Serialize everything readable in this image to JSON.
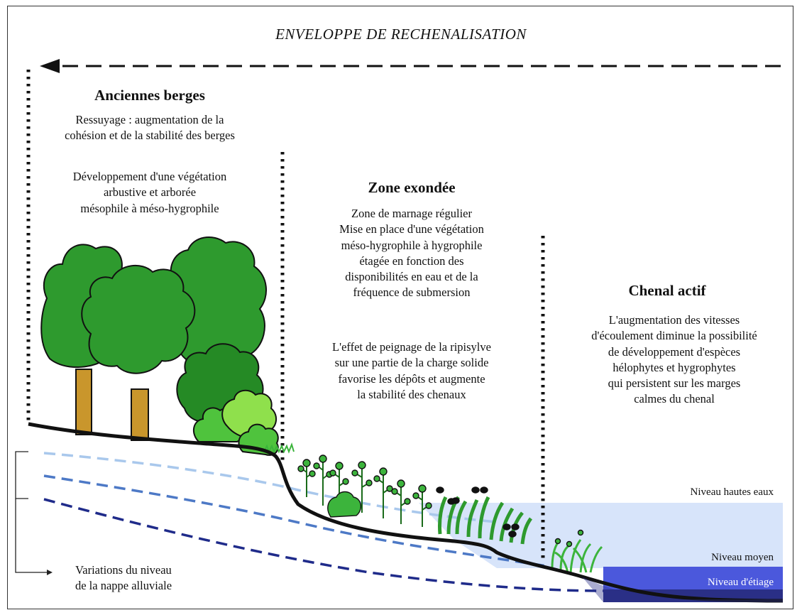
{
  "title": "ENVELOPPE DE RECHENALISATION",
  "zones": {
    "anciennes_berges": {
      "heading": "Anciennes berges",
      "para1": [
        "Ressuyage : augmentation de la",
        "cohésion et de la stabilité des berges"
      ],
      "para2": [
        "Développement d'une végétation",
        "arbustive et arborée",
        "mésophile à méso-hygrophile"
      ]
    },
    "zone_exondee": {
      "heading": "Zone exondée",
      "para1": [
        "Zone de marnage régulier",
        "Mise en place d'une végétation",
        "méso-hygrophile à hygrophile",
        "étagée en fonction des",
        "disponibilités en eau et de la",
        "fréquence de submersion"
      ],
      "para2": [
        "L'effet de peignage de la ripisylve",
        "sur une partie de la charge solide",
        "favorise les dépôts et augmente",
        "la stabilité des chenaux"
      ]
    },
    "chenal_actif": {
      "heading": "Chenal actif",
      "para1": [
        "L'augmentation des vitesses",
        "d'écoulement diminue la possibilité",
        "de développement d'espèces",
        "hélophytes et hygrophytes",
        "qui persistent sur les marges",
        "calmes du chenal"
      ]
    }
  },
  "water_levels": {
    "high": "Niveau hautes eaux",
    "mean": "Niveau moyen",
    "low": "Niveau d'étiage"
  },
  "nappe_label": [
    "Variations du niveau",
    "de la nappe alluviale"
  ],
  "colors": {
    "high_water": "#d7e4fa",
    "mean_water": "#4b58dc",
    "low_water": "#2a2f86",
    "tree_dark": "#2e9a2e",
    "tree_light": "#6fd243",
    "trunk": "#c9962c",
    "nappe_light": "#a9c8ec",
    "nappe_mid": "#4d79c6",
    "nappe_dark": "#1f2b8a"
  }
}
